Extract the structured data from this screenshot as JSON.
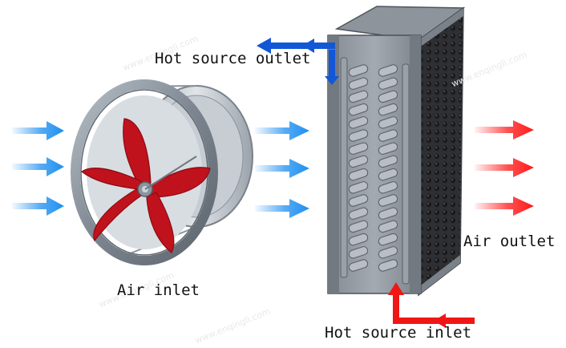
{
  "labels": {
    "hot_source_outlet": "Hot source outlet",
    "air_inlet": "Air inlet",
    "air_outlet": "Air outlet",
    "hot_source_inlet": "Hot source inlet"
  },
  "watermark": "www.enqingli.com",
  "colors": {
    "inlet_arrow": "#1e8ff0",
    "outlet_arrow": "#ff1a1a",
    "hot_outlet_pipe": "#1257d6",
    "hot_inlet_pipe": "#f01616",
    "fan_blade": "#c0121c",
    "fan_ring": "#8f98a2",
    "coil_body": "#6d7278",
    "fin_dark": "#2c2c2e"
  },
  "icons": [
    "axial-fan-icon",
    "heat-exchanger-coil-icon",
    "airflow-arrow-icon",
    "pipe-arrow-icon"
  ]
}
